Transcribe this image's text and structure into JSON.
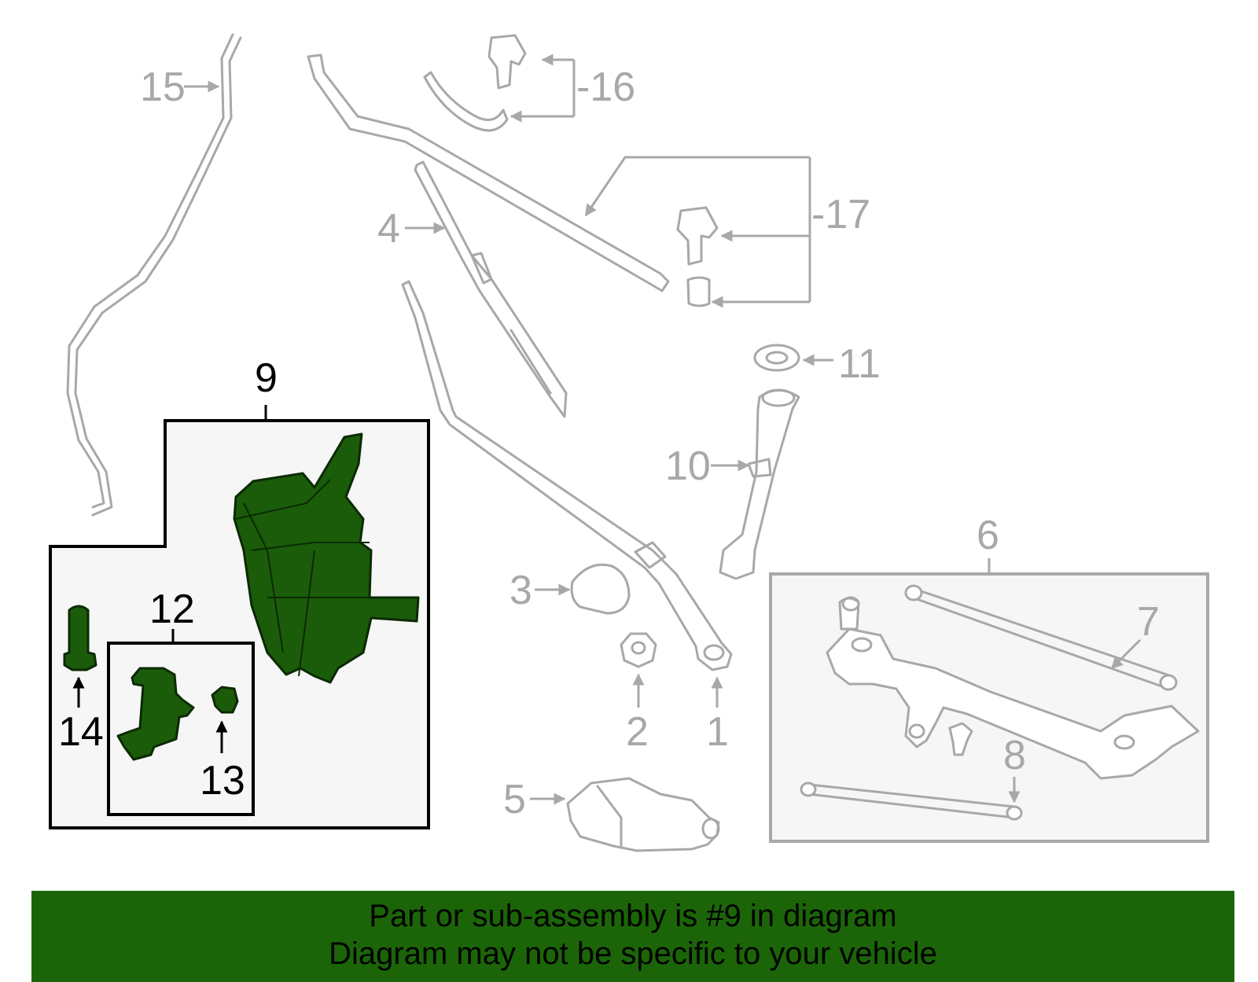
{
  "callouts": {
    "c1": "1",
    "c2": "2",
    "c3": "3",
    "c4": "4",
    "c5": "5",
    "c6": "6",
    "c7": "7",
    "c8": "8",
    "c9": "9",
    "c10": "10",
    "c11": "11",
    "c12": "12",
    "c13": "13",
    "c14": "14",
    "c15": "15",
    "c16": "-16",
    "c17": "-17"
  },
  "highlighted_part": "9",
  "footer": {
    "line1": "Part or sub-assembly is #9 in diagram",
    "line2": "Diagram may not be specific to your vehicle"
  },
  "colors": {
    "highlight_green": "#1a5c0a",
    "banner_green": "#1b6508",
    "line_gray": "#a8a8a8"
  }
}
